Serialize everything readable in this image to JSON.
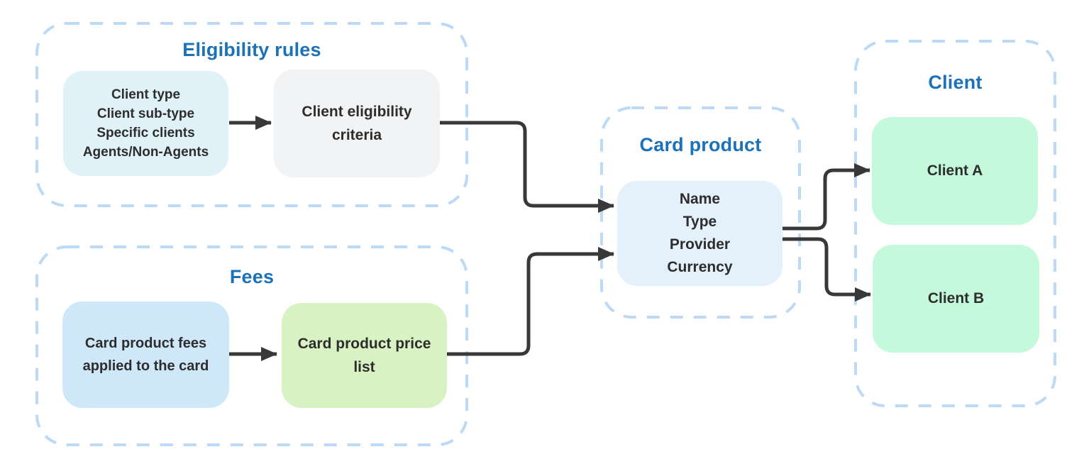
{
  "colors": {
    "title_blue": "#1c72b8",
    "container_dash": "#bcd9f6",
    "arrow": "#383838",
    "text_dark": "#2d2d2d",
    "pale_cyan": "#e0f2f7",
    "light_gray": "#f1f3f4",
    "light_blue": "#cfe8f9",
    "light_green": "#d9f2c4",
    "mint_green": "#c5f9dc",
    "pale_blue": "#e4f1fa"
  },
  "groups": {
    "eligibility": {
      "title": "Eligibility rules"
    },
    "fees": {
      "title": "Fees"
    },
    "card_product": {
      "title": "Card product"
    },
    "client": {
      "title": "Client"
    }
  },
  "nodes": {
    "eligibility_inputs": {
      "lines": [
        "Client type",
        "Client sub-type",
        "Specific clients",
        "Agents/Non-Agents"
      ]
    },
    "eligibility_criteria": {
      "label": "Client eligibility criteria"
    },
    "fees_input": {
      "lines": [
        "Card product fees",
        "applied to the card"
      ]
    },
    "price_list": {
      "label": "Card product price list"
    },
    "card_product": {
      "lines": [
        "Name",
        "Type",
        "Provider",
        "Currency"
      ]
    },
    "client_a": {
      "label": "Client A"
    },
    "client_b": {
      "label": "Client B"
    }
  }
}
